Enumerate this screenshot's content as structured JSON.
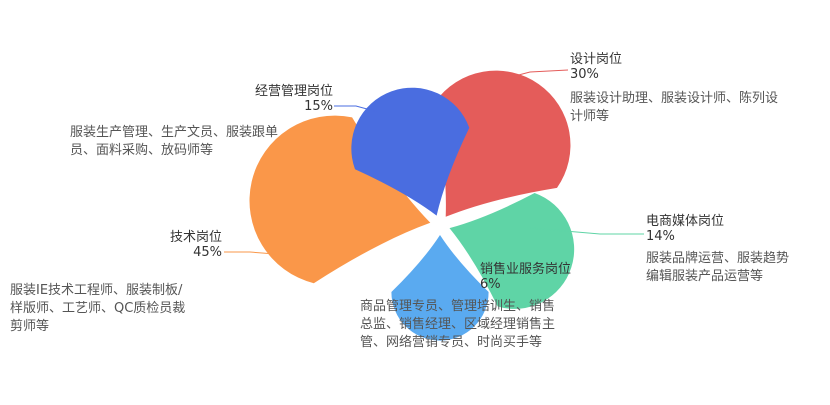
{
  "chart_data": {
    "type": "pie",
    "style": "petal",
    "categories": [
      "设计岗位",
      "电商媒体岗位",
      "销售业服务岗位",
      "技术岗位",
      "经营管理岗位"
    ],
    "values": [
      30,
      14,
      6,
      45,
      15
    ],
    "value_labels": [
      "30%",
      "14%",
      "6%",
      "45%",
      "15%"
    ],
    "descriptions": [
      [
        "服装设计助理、服装设计师、陈列设",
        "计师等"
      ],
      [
        "服装品牌运营、服装趋势",
        "编辑服装产品运营等"
      ],
      [
        "商品管理专员、管理培训生、销售",
        "总监、销售经理、区域经理销售主",
        "管、网络营销专员、时尚买手等"
      ],
      [
        "服装IE技术工程师、服装制板/",
        "样版师、工艺师、QC质检员裁",
        "剪师等"
      ],
      [
        "服装生产管理、生产文员、服装跟单",
        "员、面料采购、放码师等"
      ]
    ],
    "colors": [
      "#e45c5a",
      "#5fd4a6",
      "#5aaaf0",
      "#fa9749",
      "#4a6de0"
    ],
    "legend": "none"
  }
}
